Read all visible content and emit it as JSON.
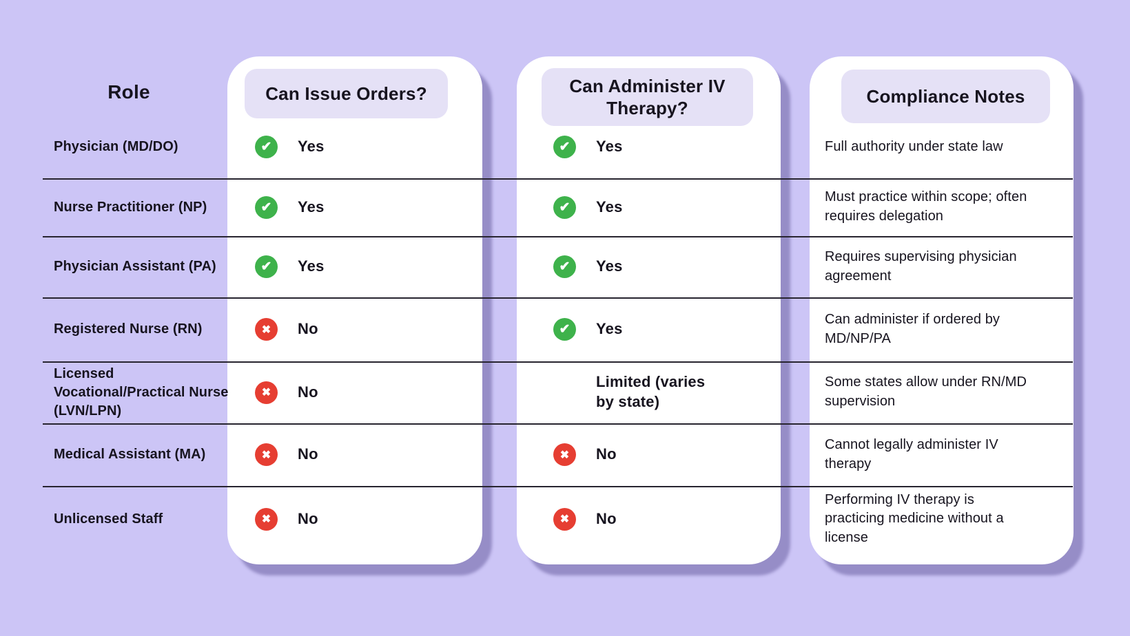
{
  "colors": {
    "background": "#ccc5f6",
    "card": "#ffffff",
    "header_pill": "#e5e1f6",
    "text": "#17141f",
    "yes_green": "#3eb24b",
    "no_red": "#e63e32",
    "divider": "#27242f",
    "card_shadow": "#9a94c9"
  },
  "table": {
    "role_header": "Role",
    "columns": {
      "issue": "Can Issue Orders?",
      "iv": "Can Administer IV Therapy?",
      "notes": "Compliance Notes"
    },
    "rows": [
      {
        "role": "Physician (MD/DO)",
        "issue": {
          "kind": "yes",
          "label": "Yes",
          "icon": "check-icon"
        },
        "iv": {
          "kind": "yes",
          "label": "Yes",
          "icon": "check-icon"
        },
        "note": "Full authority under state law"
      },
      {
        "role": "Nurse Practitioner (NP)",
        "issue": {
          "kind": "yes",
          "label": "Yes",
          "icon": "check-icon"
        },
        "iv": {
          "kind": "yes",
          "label": "Yes",
          "icon": "check-icon"
        },
        "note": "Must practice within scope; often requires delegation"
      },
      {
        "role": "Physician Assistant (PA)",
        "issue": {
          "kind": "yes",
          "label": "Yes",
          "icon": "check-icon"
        },
        "iv": {
          "kind": "yes",
          "label": "Yes",
          "icon": "check-icon"
        },
        "note": "Requires supervising physician agreement"
      },
      {
        "role": "Registered Nurse (RN)",
        "issue": {
          "kind": "no",
          "label": "No",
          "icon": "cross-icon"
        },
        "iv": {
          "kind": "yes",
          "label": "Yes",
          "icon": "check-icon"
        },
        "note": "Can administer if ordered by MD/NP/PA"
      },
      {
        "role": "Licensed Vocational/Practical Nurse (LVN/LPN)",
        "issue": {
          "kind": "no",
          "label": "No",
          "icon": "cross-icon"
        },
        "iv": {
          "kind": "limited",
          "label": "Limited (varies by state)",
          "icon": "none"
        },
        "note": "Some states allow under RN/MD supervision"
      },
      {
        "role": "Medical Assistant (MA)",
        "issue": {
          "kind": "no",
          "label": "No",
          "icon": "cross-icon"
        },
        "iv": {
          "kind": "no",
          "label": "No",
          "icon": "cross-icon"
        },
        "note": "Cannot legally administer IV therapy"
      },
      {
        "role": "Unlicensed Staff",
        "issue": {
          "kind": "no",
          "label": "No",
          "icon": "cross-icon"
        },
        "iv": {
          "kind": "no",
          "label": "No",
          "icon": "cross-icon"
        },
        "note": "Performing IV therapy is practicing medicine without a license"
      }
    ]
  },
  "chart_data": {
    "type": "table",
    "columns": [
      "Role",
      "Can Issue Orders?",
      "Can Administer IV Therapy?",
      "Compliance Notes"
    ],
    "rows": [
      [
        "Physician (MD/DO)",
        "Yes",
        "Yes",
        "Full authority under state law"
      ],
      [
        "Nurse Practitioner (NP)",
        "Yes",
        "Yes",
        "Must practice within scope; often requires delegation"
      ],
      [
        "Physician Assistant (PA)",
        "Yes",
        "Yes",
        "Requires supervising physician agreement"
      ],
      [
        "Registered Nurse (RN)",
        "No",
        "Yes",
        "Can administer if ordered by MD/NP/PA"
      ],
      [
        "Licensed Vocational/Practical Nurse (LVN/LPN)",
        "No",
        "Limited (varies by state)",
        "Some states allow under RN/MD supervision"
      ],
      [
        "Medical Assistant (MA)",
        "No",
        "No",
        "Cannot legally administer IV therapy"
      ],
      [
        "Unlicensed Staff",
        "No",
        "No",
        "Performing IV therapy is practicing medicine without a license"
      ]
    ]
  }
}
